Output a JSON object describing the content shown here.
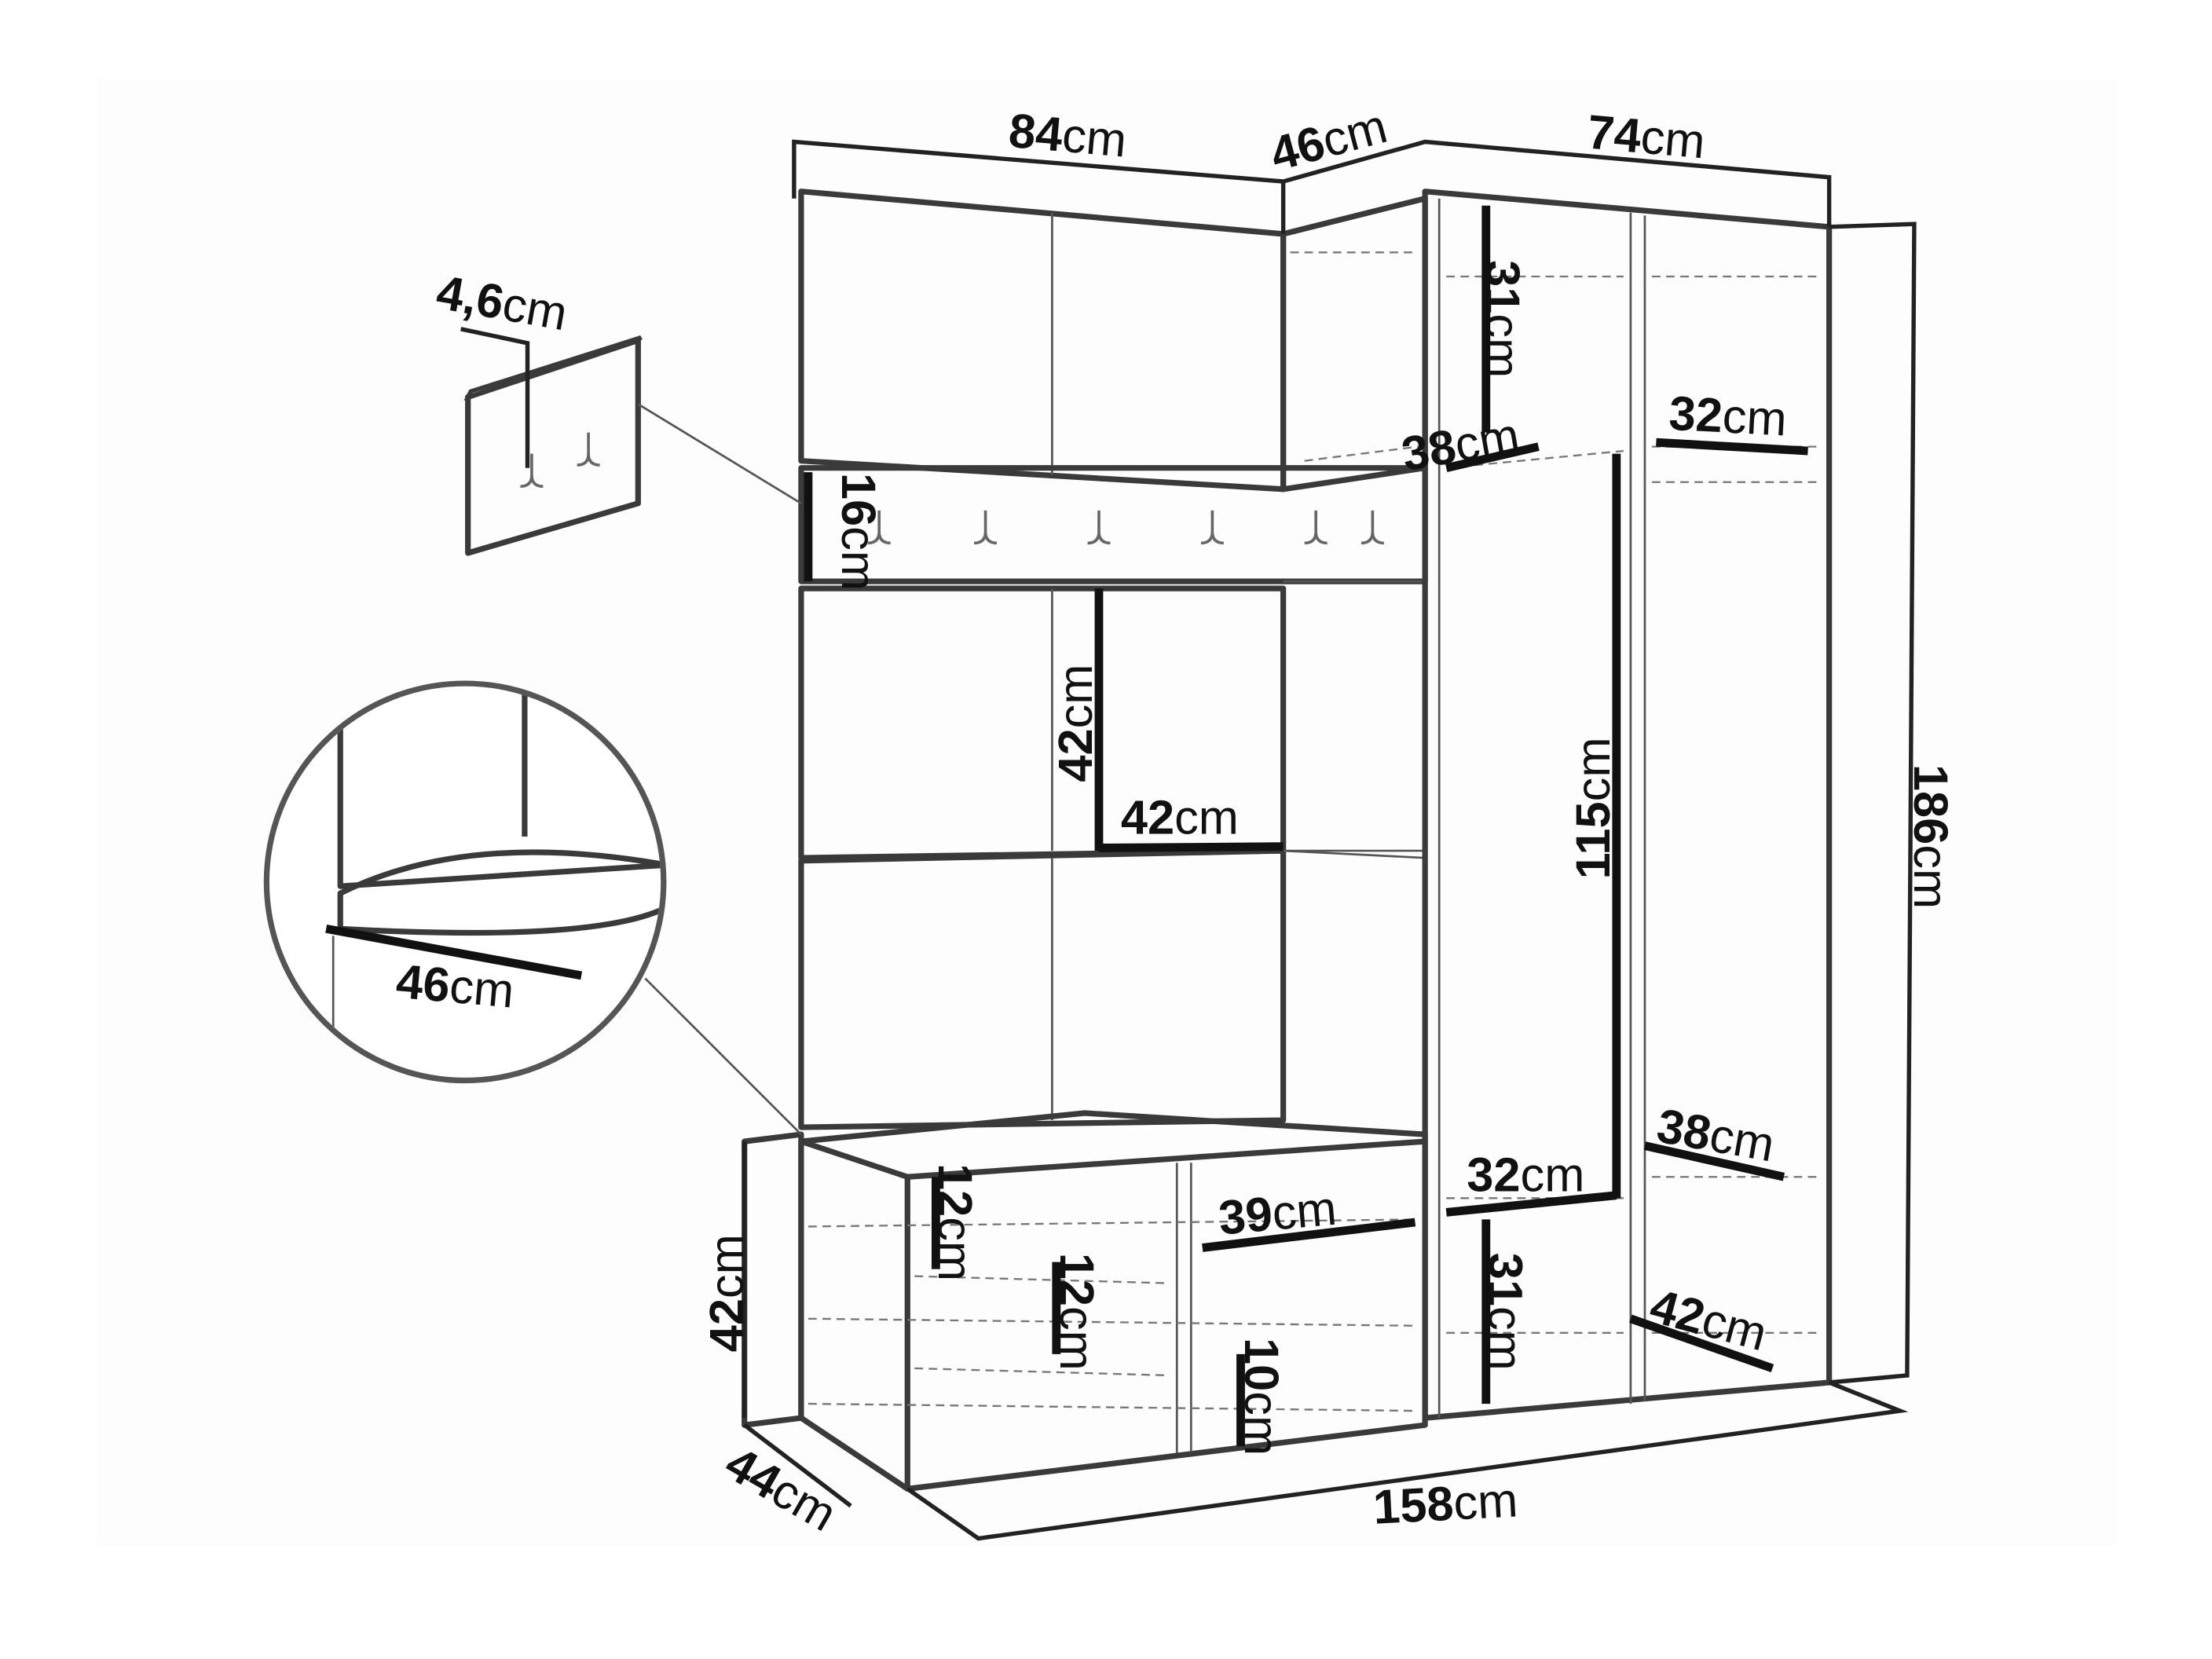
{
  "title": "Hallway furniture set dimensions",
  "labels": {
    "top_left_width": {
      "value": "84",
      "unit": "cm"
    },
    "corner_width": {
      "value": "46",
      "unit": "cm"
    },
    "wardrobe_width": {
      "value": "74",
      "unit": "cm"
    },
    "hook_panel_depth": {
      "value": "4,6",
      "unit": "cm"
    },
    "wardrobe_top_shelf_height": {
      "value": "31",
      "unit": "cm"
    },
    "wardrobe_shelf_width": {
      "value": "38",
      "unit": "cm"
    },
    "right_shelf_depth": {
      "value": "32",
      "unit": "cm"
    },
    "hook_rail_height": {
      "value": "16",
      "unit": "cm"
    },
    "panel_height": {
      "value": "42",
      "unit": "cm"
    },
    "panel_width": {
      "value": "42",
      "unit": "cm"
    },
    "hanging_height": {
      "value": "115",
      "unit": "cm"
    },
    "total_height": {
      "value": "186",
      "unit": "cm"
    },
    "seat_depth": {
      "value": "46",
      "unit": "cm"
    },
    "bench_top_compartment": {
      "value": "12",
      "unit": "cm"
    },
    "bench_middle_compartment": {
      "value": "12",
      "unit": "cm"
    },
    "bench_shelf_width": {
      "value": "39",
      "unit": "cm"
    },
    "wardrobe_bottom_shelf_width": {
      "value": "32",
      "unit": "cm"
    },
    "right_lower_shelf_depth": {
      "value": "38",
      "unit": "cm"
    },
    "wardrobe_bottom_height": {
      "value": "31",
      "unit": "cm"
    },
    "bench_bottom_compartment": {
      "value": "10",
      "unit": "cm"
    },
    "wardrobe_depth": {
      "value": "42",
      "unit": "cm"
    },
    "bench_height": {
      "value": "42",
      "unit": "cm"
    },
    "bench_depth": {
      "value": "44",
      "unit": "cm"
    },
    "total_width": {
      "value": "158",
      "unit": "cm"
    }
  }
}
